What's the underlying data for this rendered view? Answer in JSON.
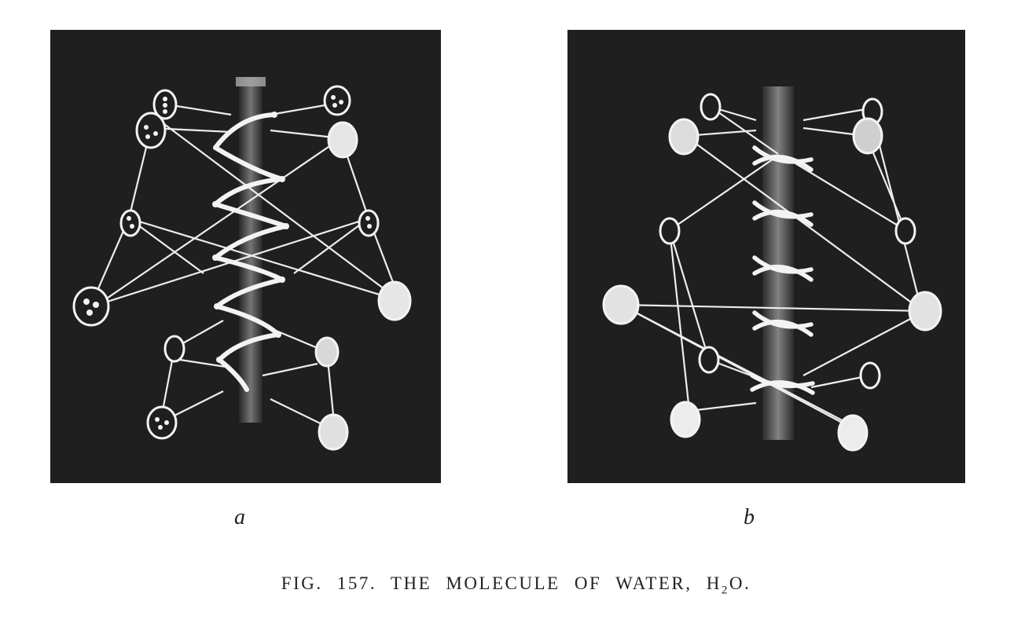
{
  "figure": {
    "panel_a_label": "a",
    "panel_b_label": "b",
    "caption_prefix": "FIG. 157. THE MOLECULE OF WATER, H",
    "caption_subscript": "2",
    "caption_suffix": "O."
  },
  "colors": {
    "plate_background": "#1f1f1f",
    "model_white": "#f3f3f3",
    "text": "#222222"
  }
}
